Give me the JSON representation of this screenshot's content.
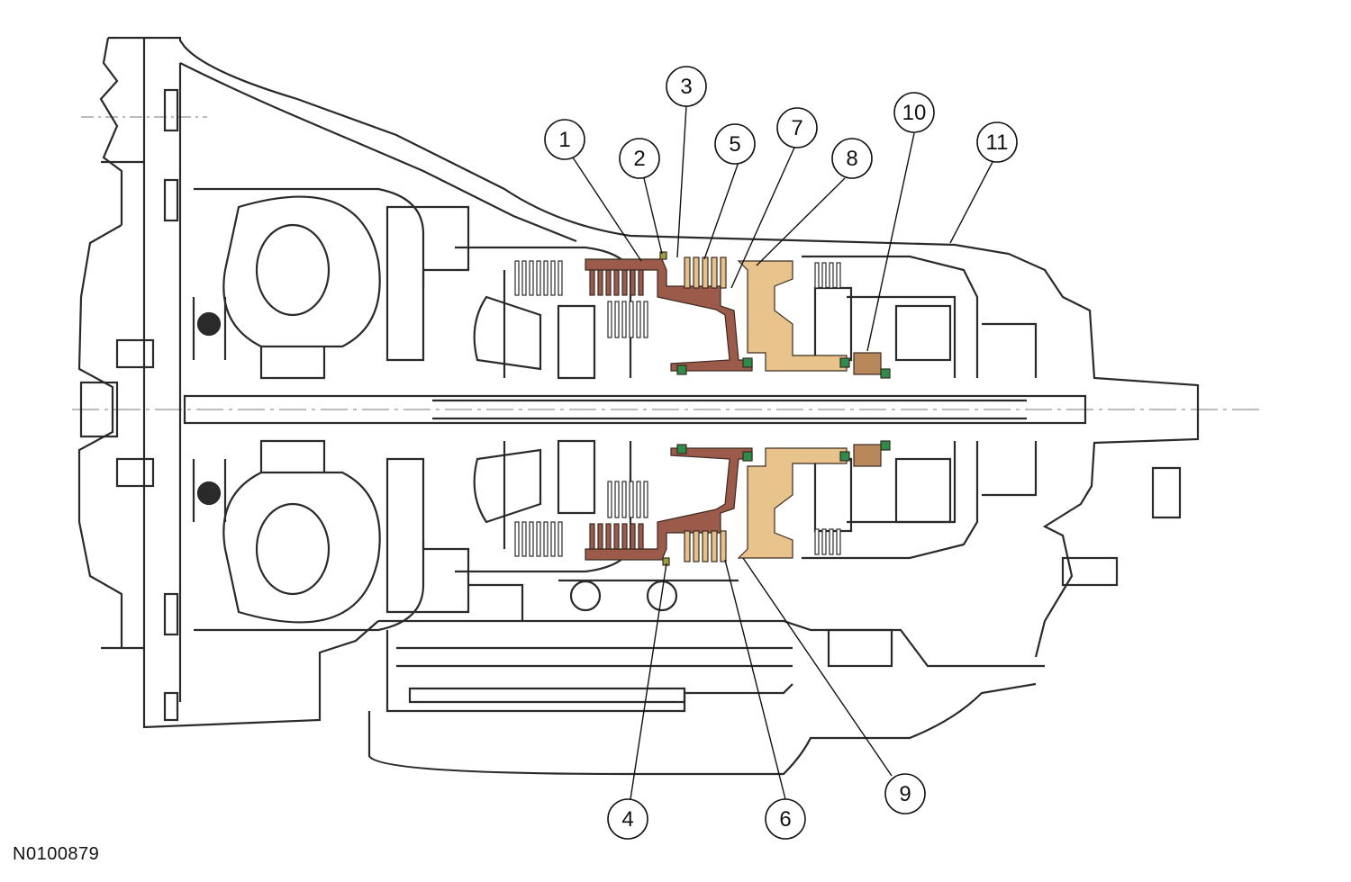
{
  "figure_code": "N0100879",
  "callouts": [
    {
      "label": "1"
    },
    {
      "label": "2"
    },
    {
      "label": "3"
    },
    {
      "label": "4"
    },
    {
      "label": "5"
    },
    {
      "label": "6"
    },
    {
      "label": "7"
    },
    {
      "label": "8"
    },
    {
      "label": "9"
    },
    {
      "label": "10"
    },
    {
      "label": "11"
    }
  ],
  "colors": {
    "outline": "#2a2a2a",
    "clutch_plates_brown": "#9c5a4a",
    "clutch_plates_tan": "#e6c08a",
    "hub_tan": "#e8c48c",
    "seal_green": "#2e8b4a",
    "spring_tan": "#c9a070"
  }
}
